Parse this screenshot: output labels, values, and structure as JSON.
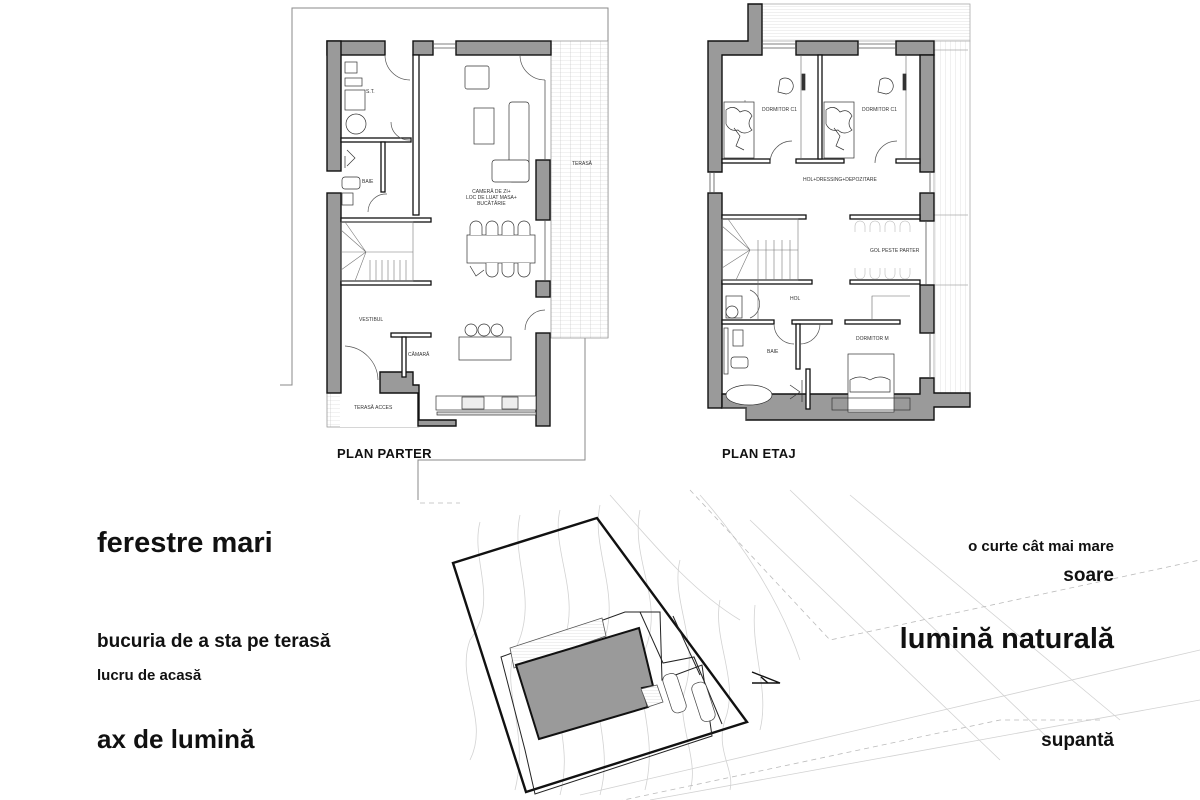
{
  "plans": {
    "ground": {
      "title": "PLAN PARTER",
      "rooms": {
        "storage": "S.T.",
        "bath": "BAIE",
        "living": [
          "CAMERĂ DE ZI+",
          "LOC DE LUAT MASA+",
          "BUCĂTĂRIE"
        ],
        "terrace": "TERASĂ",
        "vestibule": "VESTIBUL",
        "pantry": "CĂMARĂ",
        "entry_terrace": "TERASĂ ACCES"
      }
    },
    "upper": {
      "title": "PLAN ETAJ",
      "rooms": {
        "bedroom_1": "DORMITOR C1",
        "bedroom_2": "DORMITOR C1",
        "hall_dressing": "HOL+DRESSING+DEPOZITARE",
        "void": "GOL PESTE PARTER",
        "hall": "HOL",
        "bath": "BAIE",
        "master_bedroom": "DORMITOR M"
      }
    }
  },
  "keywords": {
    "left": [
      {
        "text": "ferestre mari"
      },
      {
        "text": "bucuria de a sta pe terasă"
      },
      {
        "text": "lucru de acasă"
      },
      {
        "text": "ax de lumină"
      }
    ],
    "right": [
      {
        "text": "o curte cât mai mare"
      },
      {
        "text": "soare"
      },
      {
        "text": "lumină naturală"
      },
      {
        "text": "supantă"
      }
    ]
  },
  "site_plan": {
    "north_arrow": "north-arrow",
    "cars": 2
  },
  "colors": {
    "wall_fill": "#9a9a9a",
    "line": "#111111",
    "hatch": "#c8c8c8",
    "contour": "#cfcfcf"
  }
}
